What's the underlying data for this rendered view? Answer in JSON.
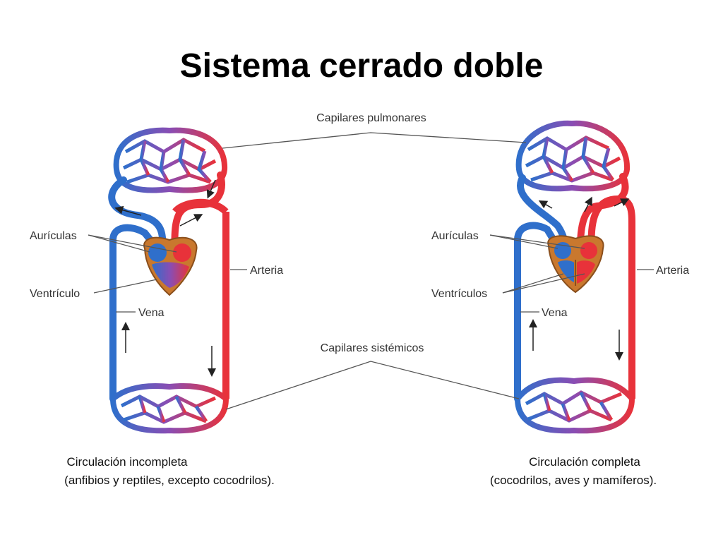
{
  "title": "Sistema cerrado doble",
  "labels": {
    "pulmonary_capillaries": "Capilares pulmonares",
    "systemic_capillaries": "Capilares sistémicos",
    "left": {
      "atria": "Aurículas",
      "ventricle": "Ventrículo",
      "artery": "Arteria",
      "vein": "Vena",
      "caption_line1": "Circulación incompleta",
      "caption_line2": "(anfibios y reptiles, excepto cocodrilos)."
    },
    "right": {
      "atria": "Aurículas",
      "ventricles": "Ventrículos",
      "artery": "Arteria",
      "vein": "Vena",
      "caption_line1": "Circulación completa",
      "caption_line2": "(cocodrilos, aves y mamíferos)."
    }
  },
  "colors": {
    "arterial": "#e8323a",
    "venous": "#2f6fcb",
    "mixed": "#8a4db3",
    "heart_wall": "#c9782e"
  }
}
